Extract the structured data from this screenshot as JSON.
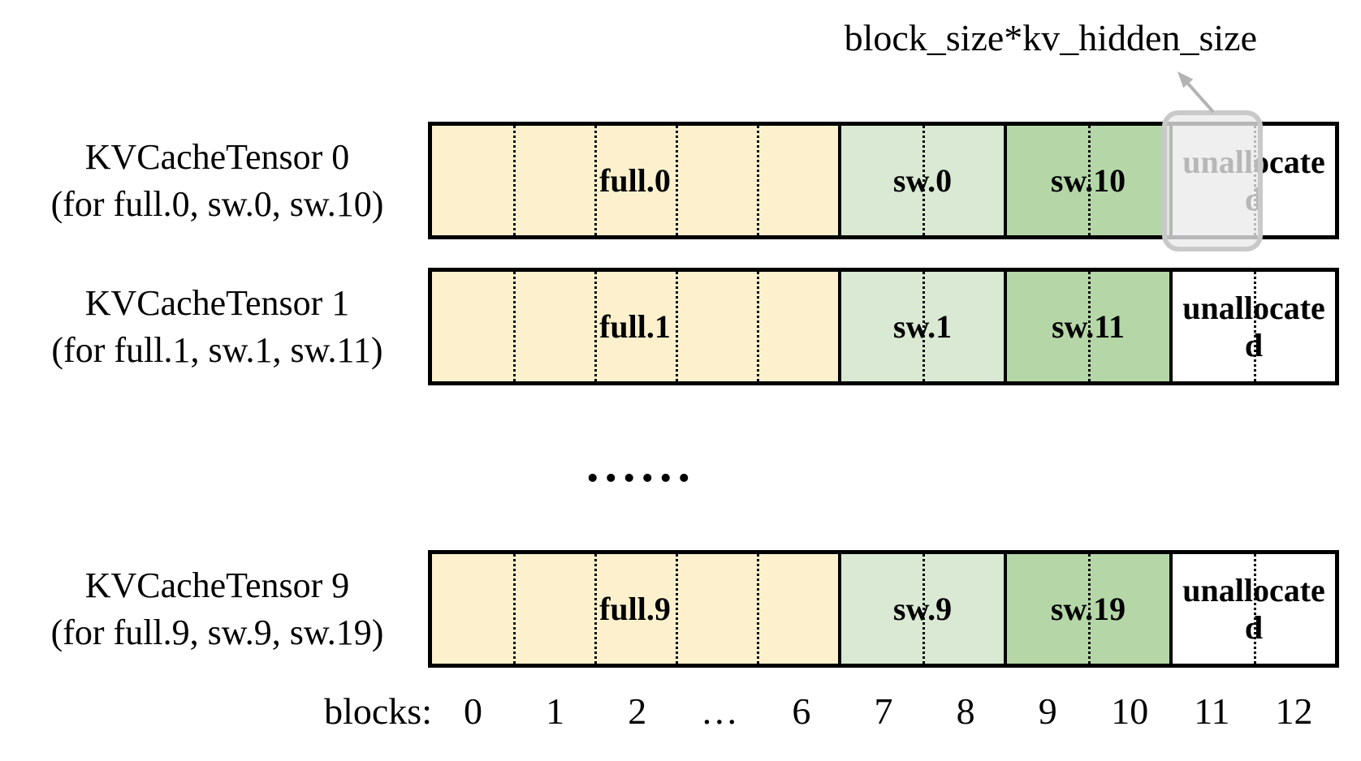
{
  "annotation": {
    "label": "block_size*kv_hidden_size"
  },
  "rows": [
    {
      "title": "KVCacheTensor 0",
      "subtitle": "(for full.0, sw.0, sw.10)",
      "segments": [
        {
          "label": "full.0"
        },
        {
          "label": "sw.0"
        },
        {
          "label": "sw.10"
        },
        {
          "label": "unallocated"
        }
      ],
      "highlighted_block": "11"
    },
    {
      "title": "KVCacheTensor 1",
      "subtitle": "(for full.1, sw.1, sw.11)",
      "segments": [
        {
          "label": "full.1"
        },
        {
          "label": "sw.1"
        },
        {
          "label": "sw.11"
        },
        {
          "label": "unallocated"
        }
      ]
    },
    {
      "title": "KVCacheTensor 9",
      "subtitle": "(for full.9, sw.9, sw.19)",
      "segments": [
        {
          "label": "full.9"
        },
        {
          "label": "sw.9"
        },
        {
          "label": "sw.19"
        },
        {
          "label": "unallocated"
        }
      ]
    }
  ],
  "ellipsis": {
    "label": "......"
  },
  "axis": {
    "label": "blocks:",
    "ticks": [
      "0",
      "1",
      "2",
      "…",
      "6",
      "7",
      "8",
      "9",
      "10",
      "11",
      "12"
    ]
  },
  "colors": {
    "full": "#fdf1cd",
    "sw_light": "#d9e9d3",
    "sw_dark": "#b5d7a8",
    "unallocated": "#ffffff",
    "border": "#000000",
    "highlight_border": "#c9c9c9",
    "highlight_fill": "#ebebeb",
    "arrow": "#b3b3b3"
  }
}
